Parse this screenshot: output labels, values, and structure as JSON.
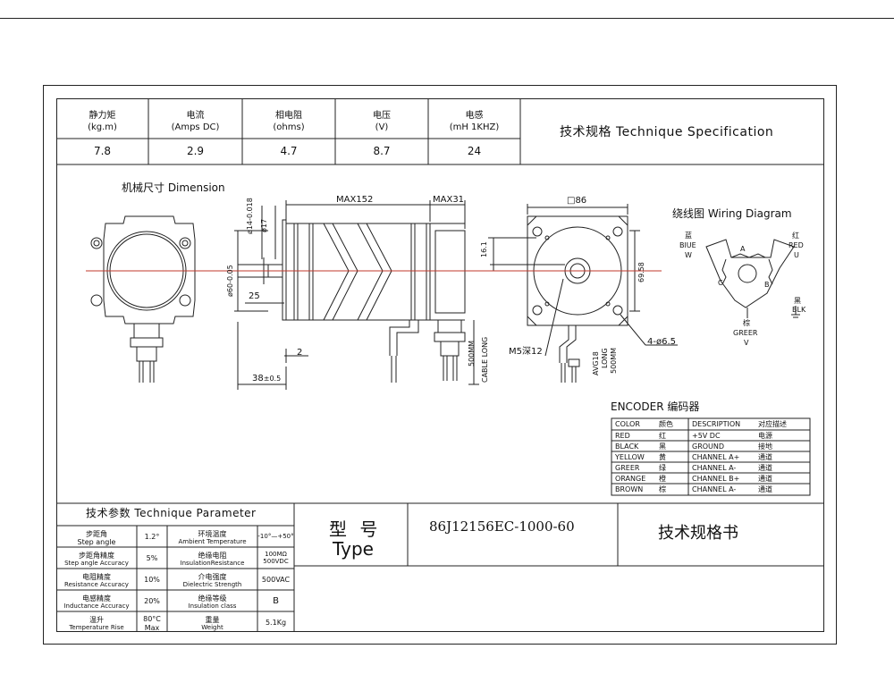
{
  "spec_table": {
    "title": "技术规格 Technique Specification",
    "columns": [
      {
        "zh": "静力矩",
        "unit": "(kg.m)",
        "value": "7.8"
      },
      {
        "zh": "电流",
        "unit": "(Amps DC)",
        "value": "2.9"
      },
      {
        "zh": "相电阻",
        "unit": "(ohms)",
        "value": "4.7"
      },
      {
        "zh": "电压",
        "unit": "(V)",
        "value": "8.7"
      },
      {
        "zh": "电感",
        "unit": "(mH  1KHZ)",
        "value": "24"
      }
    ]
  },
  "dimension": {
    "title": "机械尺寸 Dimension",
    "max_body": "MAX152",
    "max_rear": "MAX31",
    "shaft_dia": "ø14",
    "shaft_tol": "-0.018",
    "flange_dia": "ø17",
    "pilot_dia": "ø60",
    "pilot_tol": "-0.05",
    "key_len": "25",
    "flange_thk": "2",
    "shaft_len": "38",
    "shaft_len_tol": "±0.5",
    "square": "□86",
    "key_height": "16.1",
    "hole_pitch": "69.58",
    "thread": "M5深12",
    "holes": "4-ø6.5",
    "cable_len": "500MM",
    "cable_label": "CABLE LONG",
    "awg_label": "AVG18",
    "long_label": "LONG",
    "awg_len": "500MM"
  },
  "wiring": {
    "title": "绕线图 Wiring Diagram",
    "blue_zh": "蓝",
    "blue_en": "BlUE",
    "blue_pin": "W",
    "red_zh": "红",
    "red_en": "RED",
    "red_pin": "U",
    "black_zh": "黑",
    "black_en": "BLK",
    "green_zh": "棕",
    "green_en": "GREER",
    "green_pin": "V",
    "coil_a": "A",
    "coil_b": "B",
    "coil_c": "C"
  },
  "encoder": {
    "title": "ENCODER 编码器",
    "header": [
      "COLOR",
      "颜色",
      "DESCRIPTION",
      "对应描述"
    ],
    "rows": [
      [
        "RED",
        "红",
        "+5V DC",
        "电源"
      ],
      [
        "BLACK",
        "黑",
        "GROUND",
        "接地"
      ],
      [
        "YELLOW",
        "黄",
        "CHANNEL A+",
        "通道"
      ],
      [
        "GREER",
        "绿",
        "CHANNEL A-",
        "通道"
      ],
      [
        "ORANGE",
        "橙",
        "CHANNEL B+",
        "通道"
      ],
      [
        "BROWN",
        "棕",
        "CHANNEL A-",
        "通道"
      ]
    ]
  },
  "parameters": {
    "title": "技术参数 Technique Parameter",
    "rows": [
      {
        "l_zh": "步距角",
        "l_en": "Step angle",
        "l_val": "1.2°",
        "r_zh": "环境温度",
        "r_en": "Ambient Temperature",
        "r_val": "-10°—+50°"
      },
      {
        "l_zh": "步距角精度",
        "l_en": "Step angle Accuracy",
        "l_val": "5%",
        "r_zh": "绝缘电阻",
        "r_en": "InsulationResistance",
        "r_val": "100MΩ 500VDC"
      },
      {
        "l_zh": "电阻精度",
        "l_en": "Resistance Accuracy",
        "l_val": "10%",
        "r_zh": "介电强度",
        "r_en": "Dielectric Strength",
        "r_val": "500VAC"
      },
      {
        "l_zh": "电感精度",
        "l_en": "Inductance Accuracy",
        "l_val": "20%",
        "r_zh": "绝缘等级",
        "r_en": "Insulation class",
        "r_val": "B"
      },
      {
        "l_zh": "温升",
        "l_en": "Temperature Rise",
        "l_val": "80°C Max",
        "r_zh": "重量",
        "r_en": "Weight",
        "r_val": "5.1Kg"
      }
    ]
  },
  "title_block": {
    "type_zh": "型  号",
    "type_en": "Type",
    "model": "86J12156EC-1000-60",
    "doc": "技术规格书"
  },
  "colors": {
    "line": "#222222",
    "center_line": "#c0392b"
  }
}
